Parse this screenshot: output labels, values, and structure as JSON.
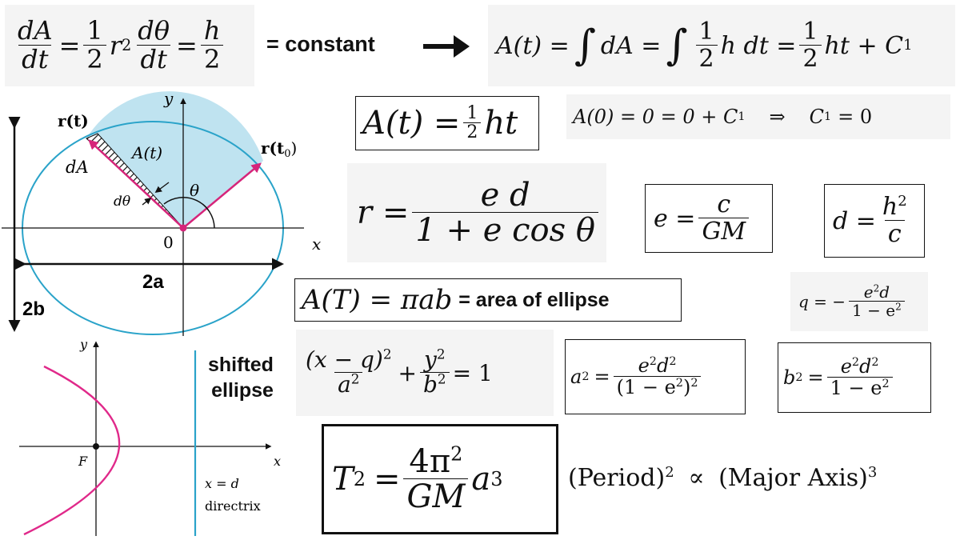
{
  "top": {
    "rate_dA": "dA",
    "rate_dt": "dt",
    "one": "1",
    "two": "2",
    "r": "r",
    "sq": "2",
    "dtheta": "dθ",
    "h": "h",
    "equals": "=",
    "constant_label": "= constant",
    "arrow": "➜",
    "integral_lhs": "A(t) =",
    "integral_sign": "∫",
    "integral_dA": "dA =",
    "integral_h_dt": "h dt =",
    "integral_result": "ht + C",
    "c_sub": "1"
  },
  "area_formula": {
    "lhs": "A(t) =",
    "one": "1",
    "two": "2",
    "ht": "ht"
  },
  "initial": {
    "text": "A(0) = 0 = 0 + C",
    "sub": "1",
    "implies": "⇒",
    "c1": "C",
    "c1sub": "1",
    "zero": "= 0"
  },
  "polar": {
    "lhs": "r =",
    "num": "e d",
    "den": "1 + e cos θ"
  },
  "ecc": {
    "lhs": "e =",
    "num": "c",
    "den": "GM"
  },
  "dist": {
    "lhs": "d =",
    "num": "h",
    "numsup": "2",
    "den": "c"
  },
  "ellipse_area": {
    "lhs": "A(T) = πab",
    "label": "= area of ellipse"
  },
  "q_formula": {
    "lhs": "q = −",
    "num": "e",
    "numsup": "2",
    "numrest": "d",
    "den": "1 − e",
    "densup": "2"
  },
  "shifted": {
    "line1": "shifted",
    "line2": "ellipse"
  },
  "ellipse_eq": {
    "num1": "(x − q)",
    "sup1": "2",
    "den1": "a",
    "densup1": "2",
    "plus": "+",
    "num2": "y",
    "sup2": "2",
    "den2": "b",
    "densup2": "2",
    "rhs": "= 1"
  },
  "a_sq": {
    "lhs": "a",
    "lhssup": "2",
    "eq": "=",
    "num": "e",
    "numsup": "2",
    "numd": "d",
    "numdsup": "2",
    "den": "(1 − e",
    "densup": "2",
    "denend": ")",
    "dentail": "2"
  },
  "b_sq": {
    "lhs": "b",
    "lhssup": "2",
    "eq": "=",
    "num": "e",
    "numsup": "2",
    "numd": "d",
    "numdsup": "2",
    "den": "1 − e",
    "densup": "2"
  },
  "kepler": {
    "lhs": "T",
    "lhssup": "2",
    "eq": "=",
    "num": "4π",
    "numsup": "2",
    "den": "GM",
    "a": "a",
    "asup": "3"
  },
  "proportion": {
    "left": "(Period)",
    "leftsup": "2",
    "prop": "∝",
    "right": "(Major Axis)",
    "rightsup": "3"
  },
  "ellipse_diagram": {
    "y_axis": "y",
    "x_axis": "x",
    "origin": "0",
    "r_t": "r(t)",
    "r_t0": "r(t",
    "r_t0_sub": "0",
    "r_t0_end": ")",
    "area": "A(t)",
    "dA": "dA",
    "dtheta": "dθ",
    "theta": "θ",
    "major": "2a",
    "minor": "2b"
  },
  "parabola_diagram": {
    "y_axis": "y",
    "x_axis": "x",
    "focus": "F",
    "directrix_eq": "x = d",
    "directrix": "directrix"
  },
  "colors": {
    "ellipse": "#2aa3c9",
    "vector": "#d6257a",
    "sector": "#bfe3f0",
    "parabola": "#e0298a",
    "directrix": "#2aa3c9"
  }
}
